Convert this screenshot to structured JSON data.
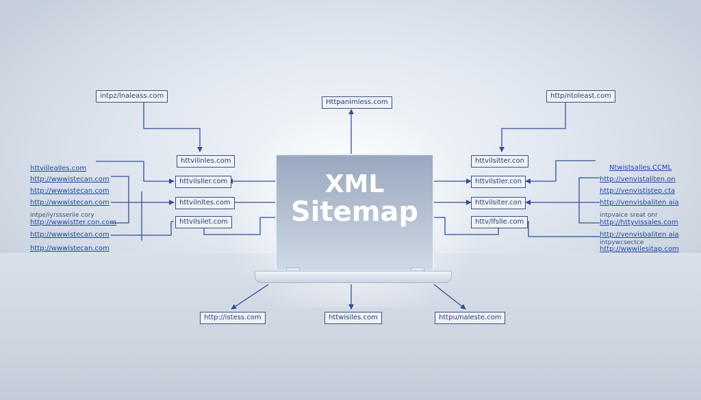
{
  "laptop": {
    "line1": "XML",
    "line2": "Sitemap"
  },
  "top": {
    "left": "intpz/lnaleass.com",
    "center": "Httpanimless.com",
    "right": "http/ntoleast.com"
  },
  "hub_left": [
    "httvilinles.com",
    "httvilsller.com",
    "httvilnltes.com",
    "httvilsilet.com"
  ],
  "hub_right": [
    "httvilsitter.con",
    "httvilstler.con",
    "httvilsiter.con",
    "httv/lfslle.com"
  ],
  "far_left": [
    "httviilealles.com",
    "http://wwwistecan.com",
    "http://wwwistecan.com",
    "http://wwwistecan.com",
    "intpe/iyrssseriie cory",
    "http://wwwistter.con.com",
    "http://wwwistecan.com",
    "http://wwwistecan.com"
  ],
  "far_right": [
    "Ntwistsalles.CCML",
    "http://venvistaliten.on",
    "http://venvististep.cta",
    "http://venvisbaliten aia",
    "intpvaice sreat onr",
    "http://httyvissales.com",
    "http://venvisbaliten aia",
    "intpywcsectce",
    "http://wwwilesitap.com"
  ],
  "bottom": [
    "http://istess.com",
    "httwisiles.com",
    "httpu/naleste.com"
  ]
}
